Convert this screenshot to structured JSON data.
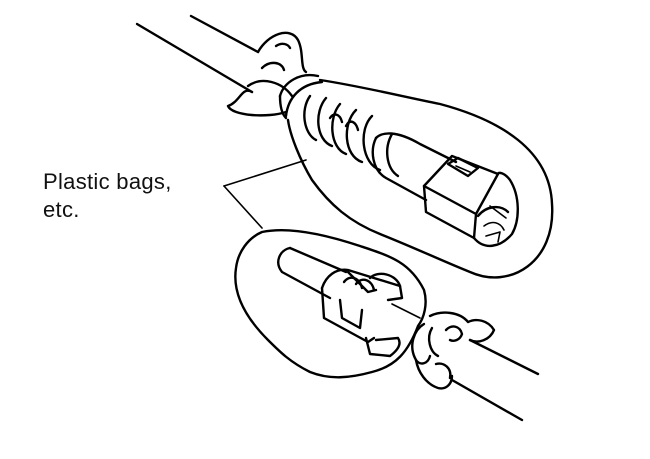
{
  "diagram": {
    "type": "technical-illustration",
    "subject": "Wire harness connectors covered with plastic bags",
    "callout": {
      "line1": "Plastic bags,",
      "line2": "etc."
    },
    "components": [
      {
        "name": "upper-connector",
        "description": "Female connector on harness, wrapped in plastic bag tied at cable"
      },
      {
        "name": "lower-connector",
        "description": "Male connector with locking clip, wrapped in plastic bag tied at cable"
      }
    ],
    "colors": {
      "stroke": "#000000",
      "background": "#ffffff"
    }
  }
}
